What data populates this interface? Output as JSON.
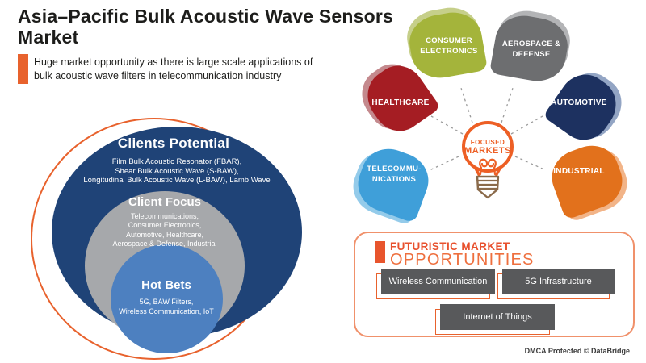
{
  "header": {
    "title_line1": "Asia–Pacific Bulk Acoustic Wave Sensors",
    "title_line2": "Market",
    "subtitle": "Huge market opportunity as there is large scale applications of\nbulk acoustic wave filters in telecommunication industry",
    "accent_color": "#e8622d"
  },
  "venn": {
    "outer": {
      "title": "Clients Potential",
      "body": "Film Bulk Acoustic Resonator (FBAR),\nShear Bulk Acoustic Wave (S-BAW),\nLongitudinal Bulk Acoustic Wave (L-BAW), Lamb Wave",
      "color": "#1f4377"
    },
    "middle": {
      "title": "Client Focus",
      "body": "Telecommunications,\nConsumer Electronics,\nAutomotive, Healthcare,\nAerospace & Defense, Industrial",
      "color": "#a6a8ab"
    },
    "inner": {
      "title": "Hot Bets",
      "body": "5G, BAW Filters,\nWireless Communication, IoT",
      "color": "#4d80c0"
    },
    "ring_color": "#e8622d"
  },
  "markets": {
    "center_label_line1": "FOCUSED",
    "center_label_line2": "MARKETS",
    "bulb_color": "#ed5f25",
    "bulb_base_color": "#8a6a4a",
    "petals": [
      {
        "id": "consumer-electronics",
        "label": "CONSUMER\nELECTRONICS",
        "color": "#a4b43b",
        "shadow_color": "#c6cf8a"
      },
      {
        "id": "aerospace-defense",
        "label": "AEROSPACE &\nDEFENSE",
        "color": "#6d6e70",
        "shadow_color": "#b3b4b6"
      },
      {
        "id": "healthcare",
        "label": "HEALTHCARE",
        "color": "#a51d23",
        "shadow_color": "#c4898d"
      },
      {
        "id": "automotive",
        "label": "AUTOMOTIVE",
        "color": "#1d3160",
        "shadow_color": "#93a5c4"
      },
      {
        "id": "telecommunications",
        "label": "TELECOMMU-\nNICATIONS",
        "color": "#3f9fd9",
        "shadow_color": "#94cbea"
      },
      {
        "id": "industrial",
        "label": "INDUSTRIAL",
        "color": "#e2711c",
        "shadow_color": "#f2b488"
      }
    ]
  },
  "opportunities": {
    "heading_line1": "FUTURISTIC MARKET",
    "heading_line2": "OPPORTUNITIES",
    "heading_color": "#e8512e",
    "box_color": "#58595b",
    "items": [
      "Wireless Communication",
      "5G Infrastructure",
      "Internet of Things"
    ]
  },
  "footer": {
    "dmca": "DMCA Protected © DataBridge"
  }
}
